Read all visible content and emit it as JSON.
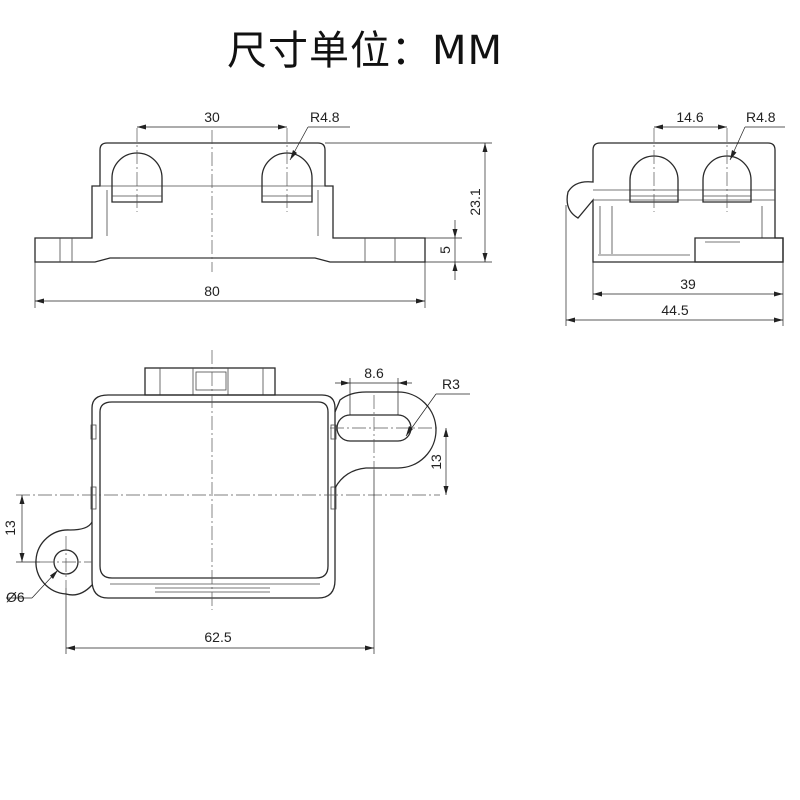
{
  "title": "尺寸单位：MM",
  "front_view": {
    "dim_pitch": "30",
    "dim_radius": "R4.8",
    "dim_height": "23.1",
    "dim_base": "5",
    "dim_length": "80"
  },
  "side_view": {
    "dim_pitch": "14.6",
    "dim_radius": "R4.8",
    "dim_body": "39",
    "dim_total": "44.5"
  },
  "top_view": {
    "dim_slot": "8.6",
    "dim_radius": "R3",
    "dim_offset_right": "13",
    "dim_offset_left": "13",
    "dim_hole": "Ø6",
    "dim_span": "62.5"
  }
}
